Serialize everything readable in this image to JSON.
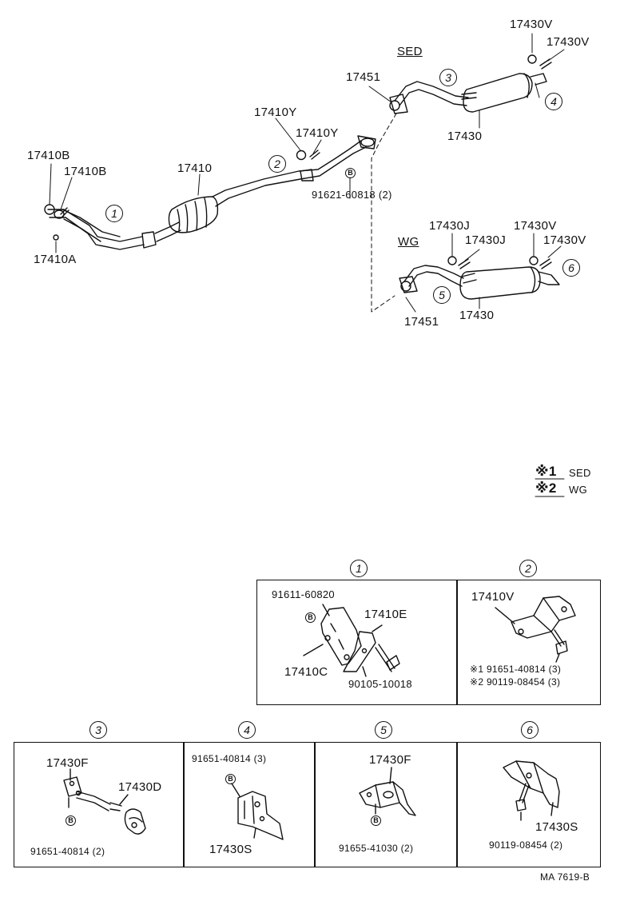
{
  "variants": {
    "sed": "SED",
    "wg": "WG"
  },
  "main": {
    "l_17430V_a": "17430V",
    "l_17430V_b": "17430V",
    "l_17451_top": "17451",
    "l_17430_top": "17430",
    "l_17410Y_a": "17410Y",
    "l_17410Y_b": "17410Y",
    "l_17410B_a": "17410B",
    "l_17410B_b": "17410B",
    "l_17410": "17410",
    "l_91621": "91621-60818 (2)",
    "l_17410A": "17410A",
    "l_17430J_a": "17430J",
    "l_17430J_b": "17430J",
    "l_17430V_c": "17430V",
    "l_17430V_d": "17430V",
    "l_17451_bot": "17451",
    "l_17430_bot": "17430",
    "c1": "1",
    "c2": "2",
    "c3": "3",
    "c4": "4",
    "c5": "5",
    "c6": "6",
    "b_mark": "B"
  },
  "legend": {
    "n1": "※1",
    "t1": "SED",
    "n2": "※2",
    "t2": "WG"
  },
  "details": {
    "d1": {
      "num": "1",
      "p1": "91611-60820",
      "p2": "17410E",
      "p3": "17410C",
      "p4": "90105-10018"
    },
    "d2": {
      "num": "2",
      "p1": "17410V",
      "p2": "※1 91651-40814 (3)",
      "p3": "※2 90119-08454 (3)"
    },
    "d3": {
      "num": "3",
      "p1": "17430F",
      "p2": "17430D",
      "p3": "91651-40814  (2)"
    },
    "d4": {
      "num": "4",
      "p1": "91651-40814 (3)",
      "p2": "17430S"
    },
    "d5": {
      "num": "5",
      "p1": "17430F",
      "p2": "91655-41030 (2)"
    },
    "d6": {
      "num": "6",
      "p1": "17430S",
      "p2": "90119-08454  (2)"
    }
  },
  "footer": {
    "code": "MA 7619-B"
  }
}
